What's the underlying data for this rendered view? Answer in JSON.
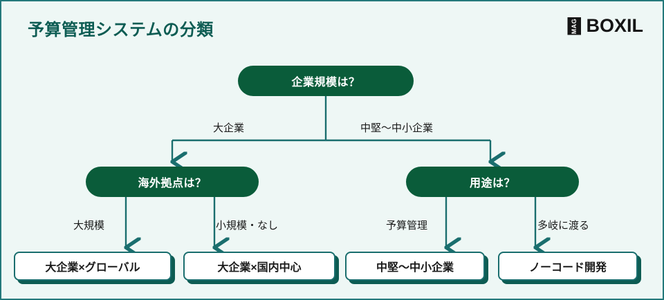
{
  "header": {
    "title": "予算管理システムの分類",
    "logo": {
      "badge_text": "MAG",
      "word": "BOXIL"
    }
  },
  "colors": {
    "background": "#eef7f5",
    "frame_border": "#24797b",
    "node_green": "#0a5c3a",
    "connector": "#1a6e6e",
    "title_text": "#0d5c53",
    "leaf_shadow": "#0d5c53",
    "leaf_background": "#ffffff"
  },
  "diagram": {
    "root": {
      "label": "企業規模は？"
    },
    "branches": [
      {
        "edge_label": "大企業",
        "node": "海外拠点は？"
      },
      {
        "edge_label": "中堅〜中小企業",
        "node": "用途は？"
      }
    ],
    "left_node": {
      "label": "海外拠点は？",
      "children": [
        {
          "edge_label": "大規模",
          "leaf": "大企業×グローバル"
        },
        {
          "edge_label": "小規模・なし",
          "leaf": "大企業×国内中心"
        }
      ]
    },
    "right_node": {
      "label": "用途は？",
      "children": [
        {
          "edge_label": "予算管理",
          "leaf": "中堅〜中小企業"
        },
        {
          "edge_label": "多岐に渡る",
          "leaf": "ノーコード開発"
        }
      ]
    }
  }
}
